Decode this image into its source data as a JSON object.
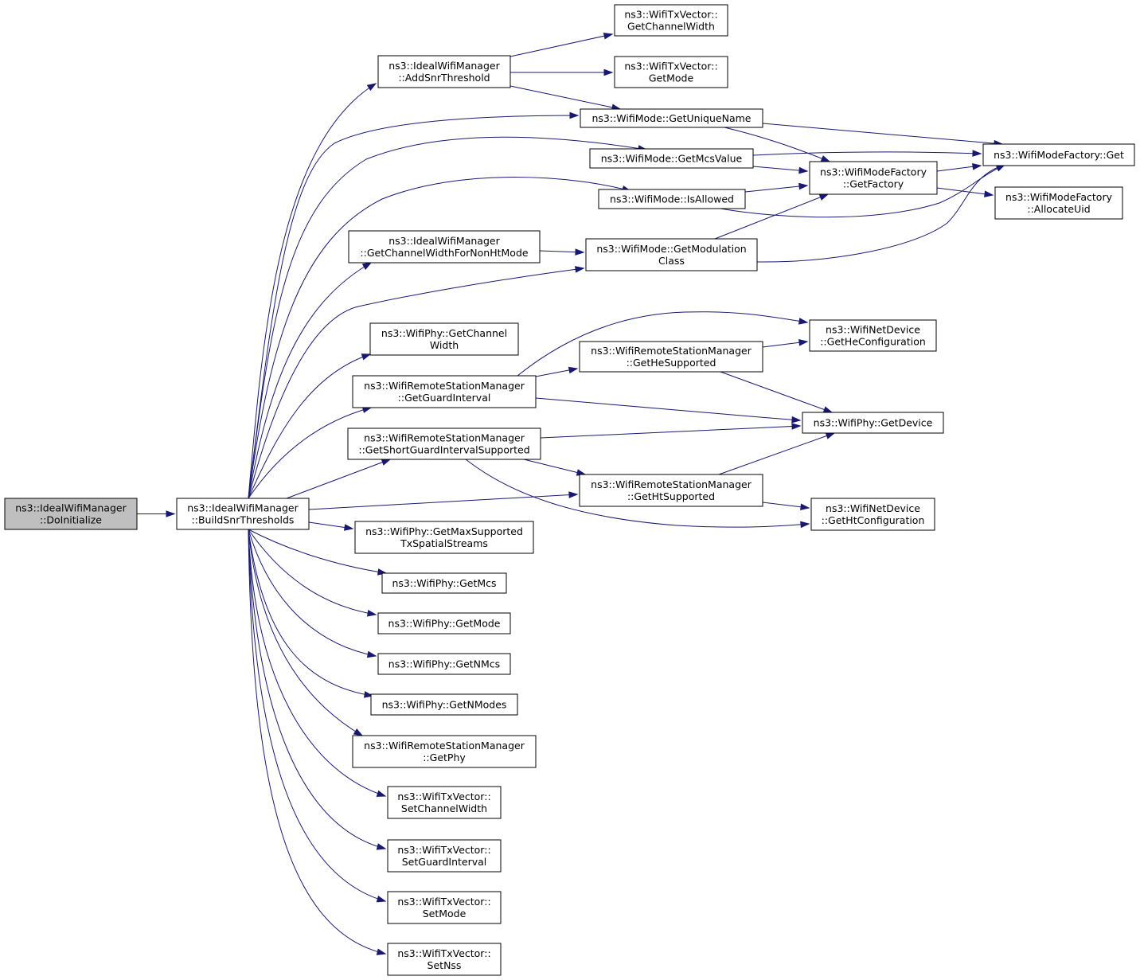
{
  "colors": {
    "edge": "#191970",
    "root_fill": "#bfbfbf",
    "node_fill": "#ffffff",
    "border": "#000000"
  },
  "nodes": [
    {
      "id": "doinit",
      "lines": [
        "ns3::IdealWifiManager",
        "::DoInitialize"
      ],
      "root": true
    },
    {
      "id": "build",
      "lines": [
        "ns3::IdealWifiManager",
        "::BuildSnrThresholds"
      ]
    },
    {
      "id": "addsnr",
      "lines": [
        "ns3::IdealWifiManager",
        "::AddSnrThreshold"
      ]
    },
    {
      "id": "txv_gcw",
      "lines": [
        "ns3::WifiTxVector::",
        "GetChannelWidth"
      ]
    },
    {
      "id": "txv_gm",
      "lines": [
        "ns3::WifiTxVector::",
        "GetMode"
      ]
    },
    {
      "id": "un",
      "lines": [
        "ns3::WifiMode::GetUniqueName"
      ]
    },
    {
      "id": "mcsval",
      "lines": [
        "ns3::WifiMode::GetMcsValue"
      ]
    },
    {
      "id": "isallowed",
      "lines": [
        "ns3::WifiMode::IsAllowed"
      ]
    },
    {
      "id": "mfget",
      "lines": [
        "ns3::WifiModeFactory::Get"
      ]
    },
    {
      "id": "getfac",
      "lines": [
        "ns3::WifiModeFactory",
        "::GetFactory"
      ]
    },
    {
      "id": "alloc",
      "lines": [
        "ns3::WifiModeFactory",
        "::AllocateUid"
      ]
    },
    {
      "id": "cwnonht",
      "lines": [
        "ns3::IdealWifiManager",
        "::GetChannelWidthForNonHtMode"
      ]
    },
    {
      "id": "modclass",
      "lines": [
        "ns3::WifiMode::GetModulation",
        "Class"
      ]
    },
    {
      "id": "phy_gcw",
      "lines": [
        "ns3::WifiPhy::GetChannel",
        "Width"
      ]
    },
    {
      "id": "rsm_gi",
      "lines": [
        "ns3::WifiRemoteStationManager",
        "::GetGuardInterval"
      ]
    },
    {
      "id": "rsm_hes",
      "lines": [
        "ns3::WifiRemoteStationManager",
        "::GetHeSupported"
      ]
    },
    {
      "id": "nd_hecfg",
      "lines": [
        "ns3::WifiNetDevice",
        "::GetHeConfiguration"
      ]
    },
    {
      "id": "phy_dev",
      "lines": [
        "ns3::WifiPhy::GetDevice"
      ]
    },
    {
      "id": "rsm_sgis",
      "lines": [
        "ns3::WifiRemoteStationManager",
        "::GetShortGuardIntervalSupported"
      ]
    },
    {
      "id": "rsm_hts",
      "lines": [
        "ns3::WifiRemoteStationManager",
        "::GetHtSupported"
      ]
    },
    {
      "id": "nd_htcfg",
      "lines": [
        "ns3::WifiNetDevice",
        "::GetHtConfiguration"
      ]
    },
    {
      "id": "phy_maxss",
      "lines": [
        "ns3::WifiPhy::GetMaxSupported",
        "TxSpatialStreams"
      ]
    },
    {
      "id": "phy_mcs",
      "lines": [
        "ns3::WifiPhy::GetMcs"
      ]
    },
    {
      "id": "phy_mode",
      "lines": [
        "ns3::WifiPhy::GetMode"
      ]
    },
    {
      "id": "phy_nmcs",
      "lines": [
        "ns3::WifiPhy::GetNMcs"
      ]
    },
    {
      "id": "phy_nmodes",
      "lines": [
        "ns3::WifiPhy::GetNModes"
      ]
    },
    {
      "id": "rsm_phy",
      "lines": [
        "ns3::WifiRemoteStationManager",
        "::GetPhy"
      ]
    },
    {
      "id": "txv_scw",
      "lines": [
        "ns3::WifiTxVector::",
        "SetChannelWidth"
      ]
    },
    {
      "id": "txv_sgi",
      "lines": [
        "ns3::WifiTxVector::",
        "SetGuardInterval"
      ]
    },
    {
      "id": "txv_sm",
      "lines": [
        "ns3::WifiTxVector::",
        "SetMode"
      ]
    },
    {
      "id": "txv_sn",
      "lines": [
        "ns3::WifiTxVector::",
        "SetNss"
      ]
    }
  ],
  "edges": [
    [
      "doinit",
      "build"
    ],
    [
      "build",
      "addsnr"
    ],
    [
      "build",
      "un"
    ],
    [
      "build",
      "mcsval"
    ],
    [
      "build",
      "isallowed"
    ],
    [
      "build",
      "cwnonht"
    ],
    [
      "build",
      "modclass"
    ],
    [
      "build",
      "phy_gcw"
    ],
    [
      "build",
      "rsm_gi"
    ],
    [
      "build",
      "rsm_sgis"
    ],
    [
      "build",
      "rsm_hts"
    ],
    [
      "build",
      "phy_maxss"
    ],
    [
      "build",
      "phy_mcs"
    ],
    [
      "build",
      "phy_mode"
    ],
    [
      "build",
      "phy_nmcs"
    ],
    [
      "build",
      "phy_nmodes"
    ],
    [
      "build",
      "rsm_phy"
    ],
    [
      "build",
      "txv_scw"
    ],
    [
      "build",
      "txv_sgi"
    ],
    [
      "build",
      "txv_sm"
    ],
    [
      "build",
      "txv_sn"
    ],
    [
      "addsnr",
      "txv_gcw"
    ],
    [
      "addsnr",
      "txv_gm"
    ],
    [
      "addsnr",
      "un"
    ],
    [
      "un",
      "mfget"
    ],
    [
      "un",
      "getfac"
    ],
    [
      "mcsval",
      "mfget"
    ],
    [
      "mcsval",
      "getfac"
    ],
    [
      "isallowed",
      "getfac"
    ],
    [
      "isallowed",
      "mfget"
    ],
    [
      "getfac",
      "mfget"
    ],
    [
      "getfac",
      "alloc"
    ],
    [
      "cwnonht",
      "modclass"
    ],
    [
      "modclass",
      "getfac"
    ],
    [
      "modclass",
      "mfget"
    ],
    [
      "rsm_gi",
      "nd_hecfg"
    ],
    [
      "rsm_gi",
      "rsm_hes"
    ],
    [
      "rsm_gi",
      "phy_dev"
    ],
    [
      "rsm_hes",
      "nd_hecfg"
    ],
    [
      "rsm_hes",
      "phy_dev"
    ],
    [
      "rsm_sgis",
      "phy_dev"
    ],
    [
      "rsm_sgis",
      "rsm_hts"
    ],
    [
      "rsm_sgis",
      "nd_htcfg"
    ],
    [
      "rsm_hts",
      "phy_dev"
    ],
    [
      "rsm_hts",
      "nd_htcfg"
    ]
  ]
}
